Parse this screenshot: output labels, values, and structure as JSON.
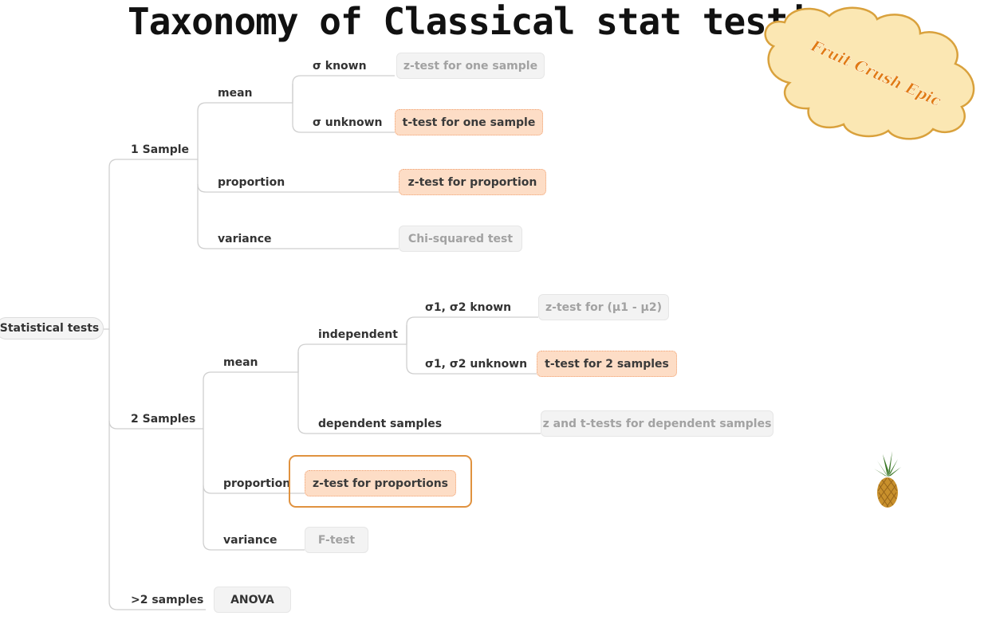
{
  "title": "Taxonomy of Classical stat testing",
  "root": "Statistical tests",
  "one_sample": {
    "label": "1 Sample",
    "mean": {
      "label": "mean",
      "known": {
        "label": "σ known",
        "test": "z-test for one sample"
      },
      "unknown": {
        "label": "σ unknown",
        "test": "t-test for one sample"
      }
    },
    "proportion": {
      "label": "proportion",
      "test": "z-test for proportion"
    },
    "variance": {
      "label": "variance",
      "test": "Chi-squared test"
    }
  },
  "two_samples": {
    "label": "2 Samples",
    "mean": {
      "label": "mean",
      "independent": {
        "label": "independent",
        "known": {
          "label": "σ1, σ2 known",
          "test": "z-test for (μ1 - μ2)"
        },
        "unknown": {
          "label": "σ1, σ2 unknown",
          "test": "t-test for 2 samples"
        }
      },
      "dependent": {
        "label": "dependent samples",
        "test": "z and t-tests for dependent samples"
      }
    },
    "proportion": {
      "label": "proportion",
      "test": "z-test for proportions"
    },
    "variance": {
      "label": "variance",
      "test": "F-test"
    }
  },
  "more_samples": {
    "label": ">2 samples",
    "test": "ANOVA"
  },
  "watermark": {
    "text": "Fruit Crush Epic",
    "fill": "#fbe7b3",
    "stroke": "#d9a13c",
    "text_color": "#e07a14"
  },
  "colors": {
    "highlight": "#fdddc6",
    "highlight_border": "#f1a273",
    "callout": "#e0923f",
    "line": "#cfcfcf"
  },
  "icons": {
    "pineapple": "pineapple-icon"
  }
}
